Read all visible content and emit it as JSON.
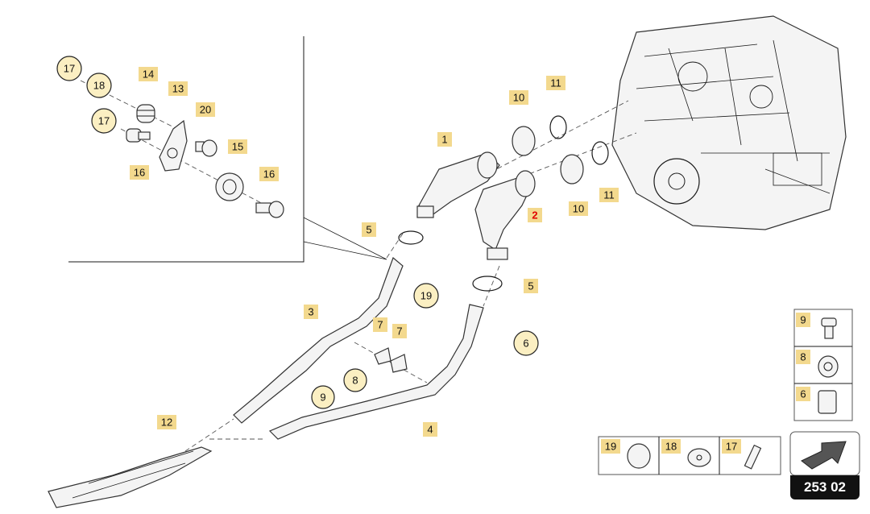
{
  "callouts": {
    "c1": "1",
    "c2": "2",
    "c3": "3",
    "c4": "4",
    "c5a": "5",
    "c5b": "5",
    "c6": "6",
    "c7a": "7",
    "c7b": "7",
    "c8": "8",
    "c9": "9",
    "c10a": "10",
    "c10b": "10",
    "c11a": "11",
    "c11b": "11",
    "c12": "12",
    "c13": "13",
    "c14": "14",
    "c15": "15",
    "c16a": "16",
    "c16b": "16",
    "c17a": "17",
    "c17b": "17",
    "c18": "18",
    "c19": "19",
    "c20": "20"
  },
  "legend_side": {
    "items": [
      "9",
      "8",
      "6"
    ]
  },
  "legend_bottom": {
    "items": [
      "19",
      "18",
      "17"
    ]
  },
  "page_code": "253 02",
  "colors": {
    "callout_fill": "#f3d98e",
    "circle_fill": "#fbefc2",
    "highlight": "#e00000"
  }
}
